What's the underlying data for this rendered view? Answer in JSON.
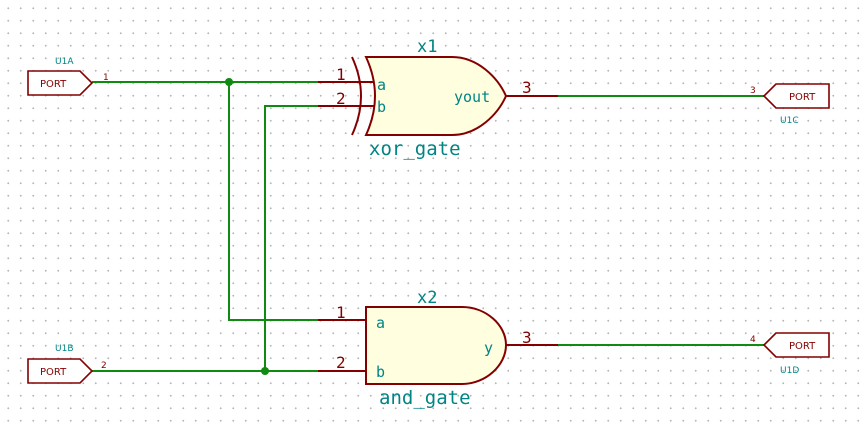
{
  "colors": {
    "wire": "#108a10",
    "component_outline": "#840000",
    "component_fill": "#ffffe0",
    "label_text": "#008484",
    "grid_dot": "#b7b7b7"
  },
  "xor_gate": {
    "reference": "x1",
    "value": "xor_gate",
    "pin_a_number": "1",
    "pin_a_name": "a",
    "pin_b_number": "2",
    "pin_b_name": "b",
    "pin_out_number": "3",
    "pin_out_name": "yout"
  },
  "and_gate": {
    "reference": "x2",
    "value": "and_gate",
    "pin_a_number": "1",
    "pin_a_name": "a",
    "pin_b_number": "2",
    "pin_b_name": "b",
    "pin_out_number": "3",
    "pin_out_name": "y"
  },
  "ports": {
    "u1a": {
      "reference": "U1A",
      "label": "PORT",
      "pin_number": "1"
    },
    "u1b": {
      "reference": "U1B",
      "label": "PORT",
      "pin_number": "2"
    },
    "u1c": {
      "reference": "U1C",
      "label": "PORT",
      "pin_number": "3"
    },
    "u1d": {
      "reference": "U1D",
      "label": "PORT",
      "pin_number": "4"
    }
  }
}
